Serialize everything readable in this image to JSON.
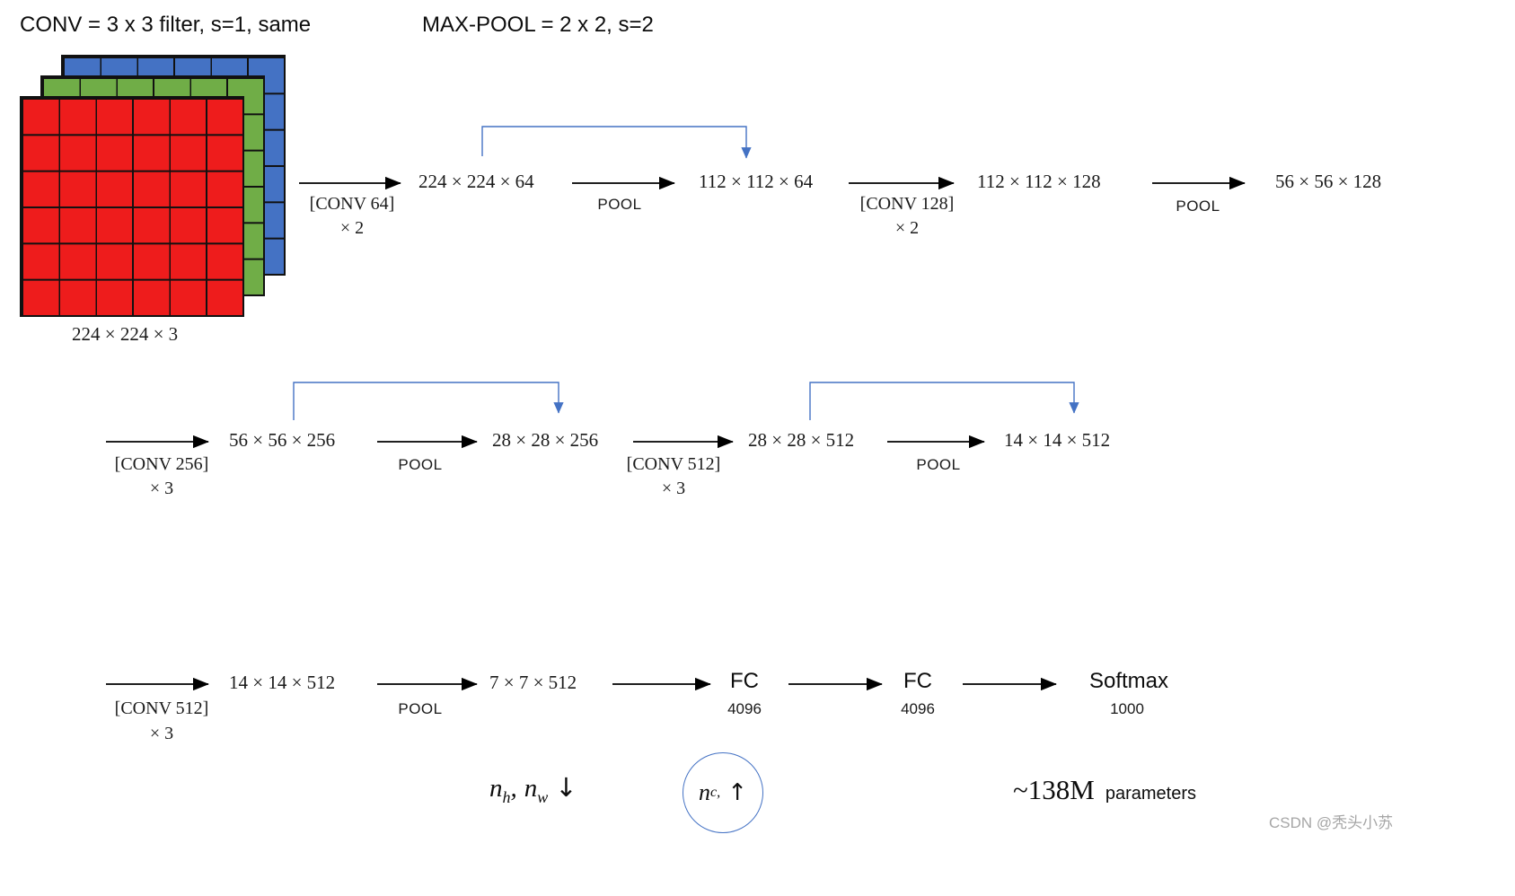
{
  "legend": {
    "conv": "CONV = 3 x 3 filter, s=1, same",
    "pool": "MAX-POOL = 2 x 2, s=2"
  },
  "input": {
    "label": "224 × 224 × 3",
    "colors": {
      "front": "#ee1c1c",
      "middle": "#70ad47",
      "back": "#4472c4"
    }
  },
  "colors": {
    "arrow": "#000000",
    "skip_arrow": "#4472c4",
    "text": "#1a1a1a",
    "watermark": "#a6a6a6"
  },
  "row1": {
    "conv1": {
      "line1": "[CONV 64]",
      "line2": "× 2"
    },
    "node1": "224 × 224 × 64",
    "pool1": "POOL",
    "node2": "112 × 112 × 64",
    "conv2": {
      "line1": "[CONV 128]",
      "line2": "× 2"
    },
    "node3": "112 × 112 × 128",
    "pool2": "POOL",
    "node4": "56 × 56 × 128"
  },
  "row2": {
    "conv1": {
      "line1": "[CONV 256]",
      "line2": "× 3"
    },
    "node1": "56 × 56 × 256",
    "pool1": "POOL",
    "node2": "28 × 28 × 256",
    "conv2": {
      "line1": "[CONV 512]",
      "line2": "× 3"
    },
    "node3": "28 × 28 × 512",
    "pool2": "POOL",
    "node4": "14 × 14 × 512"
  },
  "row3": {
    "conv1": {
      "line1": "[CONV 512]",
      "line2": "× 3"
    },
    "node1": "14 × 14 × 512",
    "pool1": "POOL",
    "node2": "7 × 7 × 512",
    "fc1": {
      "label": "FC",
      "size": "4096"
    },
    "fc2": {
      "label": "FC",
      "size": "4096"
    },
    "softmax": {
      "label": "Softmax",
      "size": "1000"
    }
  },
  "annotations": {
    "nhw": {
      "var1": "n",
      "sub1": "h",
      "sep": ",",
      "var2": "n",
      "sub2": "w",
      "arrow": "↓"
    },
    "nc": {
      "var": "n",
      "sub": "c,",
      "arrow": "↑"
    },
    "params": {
      "value": "~138M",
      "label": "parameters"
    },
    "watermark": "CSDN @秃头小苏"
  }
}
